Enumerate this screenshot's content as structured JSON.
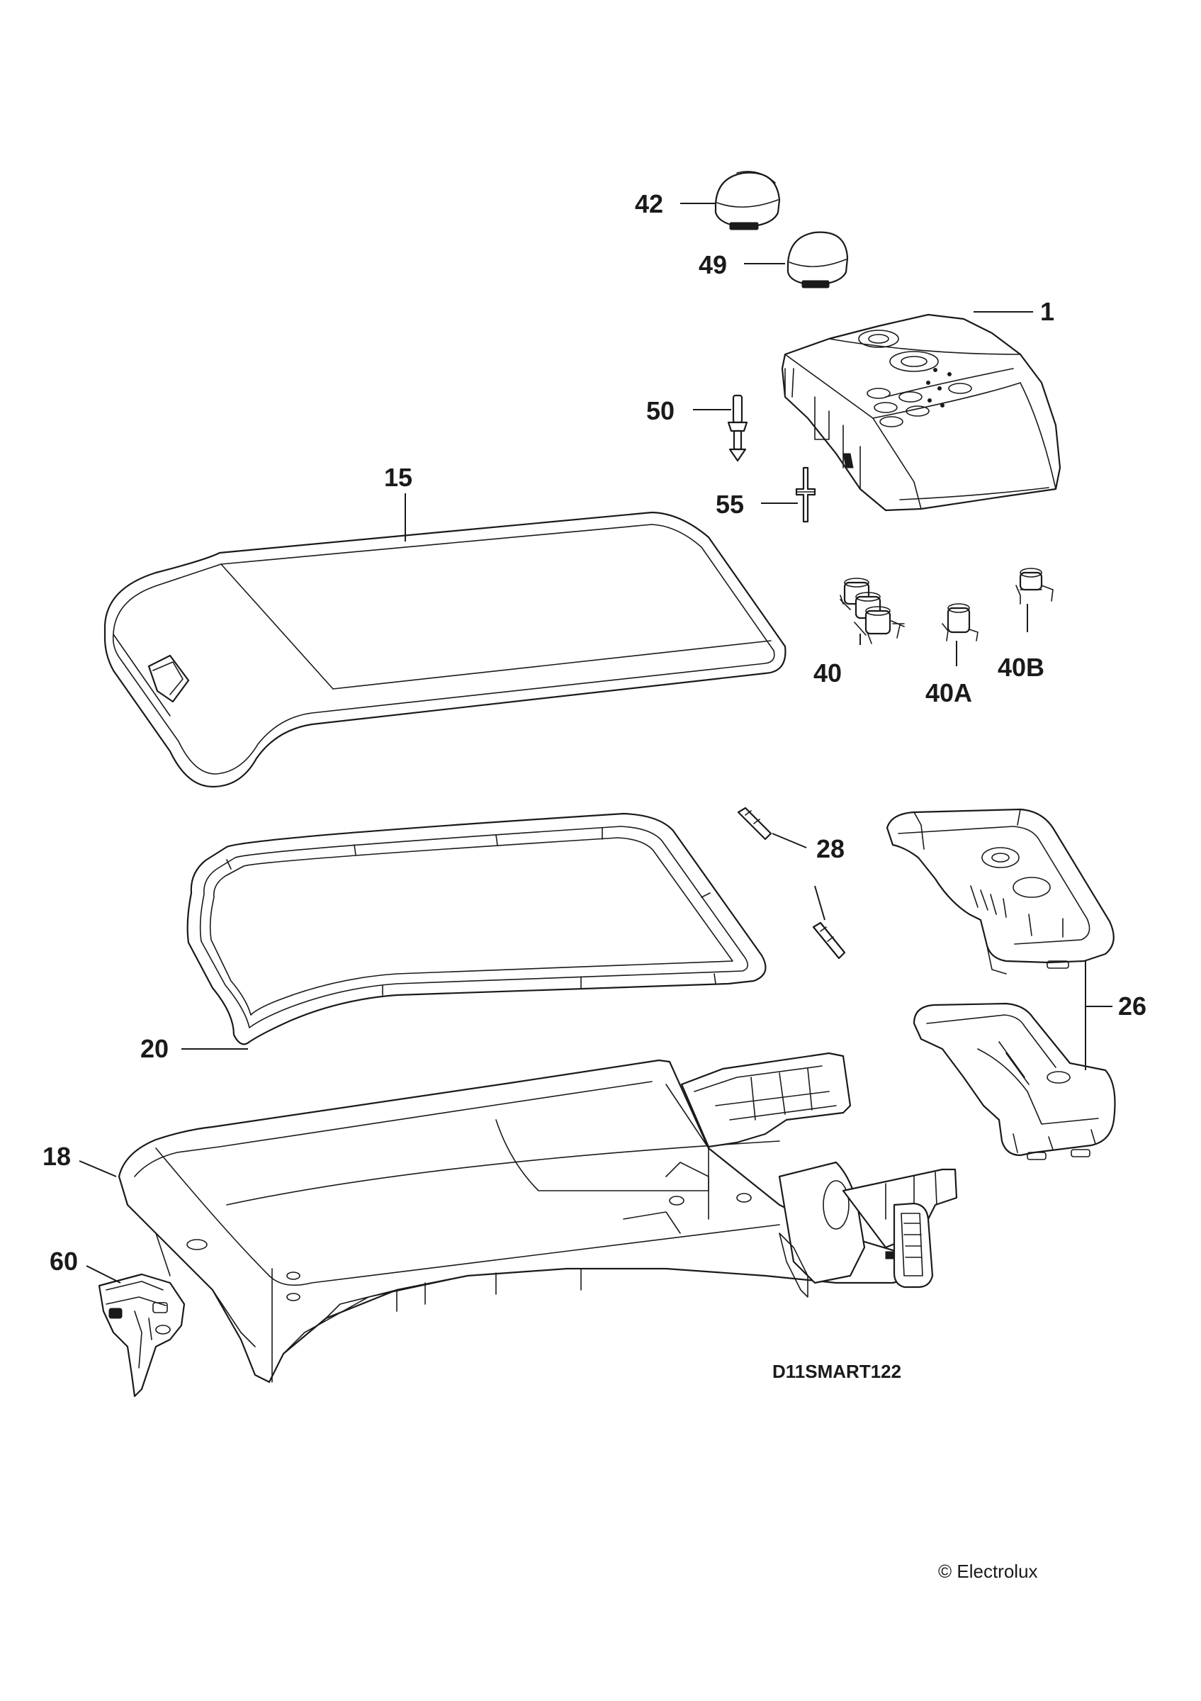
{
  "callouts": {
    "c42": "42",
    "c49": "49",
    "c1": "1",
    "c50": "50",
    "c15": "15",
    "c55": "55",
    "c40": "40",
    "c40a": "40A",
    "c40b": "40B",
    "c28": "28",
    "c26": "26",
    "c20": "20",
    "c18": "18",
    "c60": "60"
  },
  "drawing_code": "D11SMART122",
  "copyright": "© Electrolux"
}
